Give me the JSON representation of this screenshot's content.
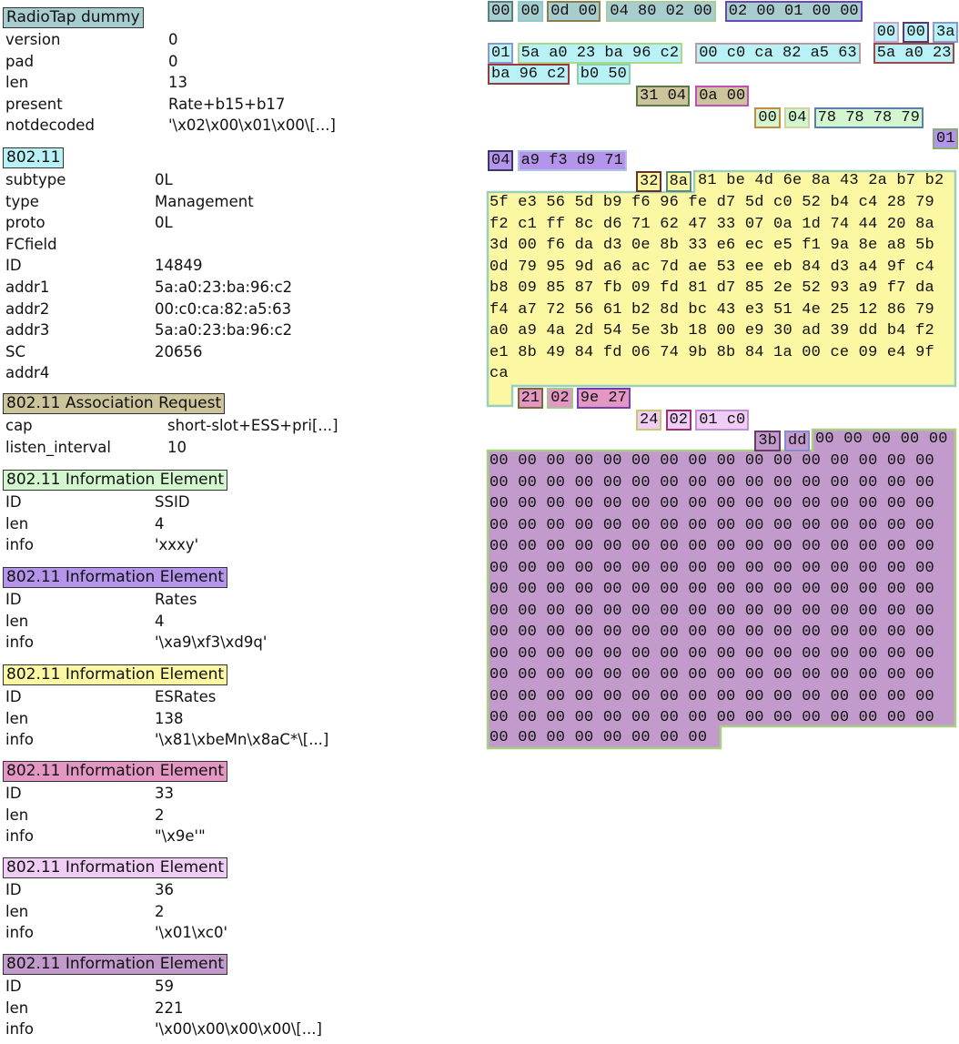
{
  "layers": [
    {
      "name": "RadioTap dummy",
      "color": "#a7cdcf",
      "fields": [
        {
          "name": "version",
          "value": "0"
        },
        {
          "name": "pad",
          "value": "0"
        },
        {
          "name": "len",
          "value": "13"
        },
        {
          "name": "present",
          "value": "Rate+b15+b17"
        },
        {
          "name": "notdecoded",
          "value": "'\\x02\\x00\\x01\\x00\\[...]"
        }
      ]
    },
    {
      "name": "802.11",
      "color": "#b8f2f7",
      "fields": [
        {
          "name": "subtype",
          "value": "0L"
        },
        {
          "name": "type",
          "value": "Management"
        },
        {
          "name": "proto",
          "value": "0L"
        },
        {
          "name": "FCfield",
          "value": ""
        },
        {
          "name": "ID",
          "value": "14849"
        },
        {
          "name": "addr1",
          "value": "5a:a0:23:ba:96:c2"
        },
        {
          "name": "addr2",
          "value": "00:c0:ca:82:a5:63"
        },
        {
          "name": "addr3",
          "value": "5a:a0:23:ba:96:c2"
        },
        {
          "name": "SC",
          "value": "20656"
        },
        {
          "name": "addr4",
          "value": ""
        }
      ]
    },
    {
      "name": "802.11 Association Request",
      "color": "#ccc49a",
      "fields": [
        {
          "name": "cap",
          "value": "short-slot+ESS+pri[...]"
        },
        {
          "name": "listen_interval",
          "value": "10"
        }
      ]
    },
    {
      "name": "802.11 Information Element",
      "color": "#d3f6cf",
      "fields": [
        {
          "name": "ID",
          "value": "SSID"
        },
        {
          "name": "len",
          "value": "4"
        },
        {
          "name": "info",
          "value": "'xxxy'"
        }
      ]
    },
    {
      "name": "802.11 Information Element",
      "color": "#b594ec",
      "fields": [
        {
          "name": "ID",
          "value": "Rates"
        },
        {
          "name": "len",
          "value": "4"
        },
        {
          "name": "info",
          "value": "'\\xa9\\xf3\\xd9q'"
        }
      ]
    },
    {
      "name": "802.11 Information Element",
      "color": "#fbf7a2",
      "fields": [
        {
          "name": "ID",
          "value": "ESRates"
        },
        {
          "name": "len",
          "value": "138"
        },
        {
          "name": "info",
          "value": "'\\x81\\xbeMn\\x8aC*\\[...]"
        }
      ]
    },
    {
      "name": "802.11 Information Element",
      "color": "#e497c3",
      "fields": [
        {
          "name": "ID",
          "value": "33"
        },
        {
          "name": "len",
          "value": "2"
        },
        {
          "name": "info",
          "value": "\"\\x9e'\""
        }
      ]
    },
    {
      "name": "802.11 Information Element",
      "color": "#f0cdf4",
      "fields": [
        {
          "name": "ID",
          "value": "36"
        },
        {
          "name": "len",
          "value": "2"
        },
        {
          "name": "info",
          "value": "'\\x01\\xc0'"
        }
      ]
    },
    {
      "name": "802.11 Information Element",
      "color": "#c29bcc",
      "fields": [
        {
          "name": "ID",
          "value": "59"
        },
        {
          "name": "len",
          "value": "221"
        },
        {
          "name": "info",
          "value": "'\\x00\\x00\\x00\\x00\\[...]"
        }
      ]
    }
  ],
  "hex": {
    "radiotap": [
      "00",
      "00",
      "0d 00",
      "04 80 02 00",
      "02 00 01 00 00"
    ],
    "radiotap_tail": [
      "00",
      "00",
      "3a"
    ],
    "dot11_row1": [
      "01",
      "5a a0 23 ba 96 c2",
      "00 c0 ca 82 a5 63",
      "5a a0 23"
    ],
    "dot11_row2": [
      "ba 96 c2",
      "b0 50"
    ],
    "assoc": [
      "31 04",
      "0a 00"
    ],
    "ssid": [
      "00",
      "04",
      "78 78 78 79"
    ],
    "rates_id": "01",
    "rates": [
      "04",
      "a9 f3 d9 71"
    ],
    "esrates_hdr": [
      "32",
      "8a"
    ],
    "esrates_first": "81 be 4d 6e 8a 43 2a b7 b2",
    "esrates_rows": [
      "5f e3 56 5d b9 f6 96 fe d7 5d c0 52 b4 c4 28 79",
      "f2 c1 ff 8c d6 71 62 47 33 07 0a 1d 74 44 20 8a",
      "3d 00 f6 da d3 0e 8b 33 e6 ec e5 f1 9a 8e a8 5b",
      "0d 79 95 9d a6 ac 7d ae 53 ee eb 84 d3 a4 9f c4",
      "b8 09 85 87 fb 09 fd 81 d7 85 2e 52 93 a9 f7 da",
      "f4 a7 72 56 61 b2 8d bc 43 e3 51 4e 25 12 86 79",
      "a0 a9 4a 2d 54 5e 3b 18 00 e9 30 ad 39 dd b4 f2",
      "e1 8b 49 84 fd 06 74 9b 8b 84 1a 00 ce 09 e4 9f"
    ],
    "esrates_last": "ca",
    "ie33": [
      "21",
      "02",
      "9e 27"
    ],
    "ie36": [
      "24",
      "02",
      "01 c0"
    ],
    "ie59_hdr": [
      "3b",
      "dd"
    ],
    "ie59_first": "00 00 00 00 00",
    "ie59_row": "00 00 00 00 00 00 00 00 00 00 00 00 00 00 00 00",
    "ie59_full_rows": 13,
    "ie59_last": "00 00 00 00 00 00 00 00"
  }
}
